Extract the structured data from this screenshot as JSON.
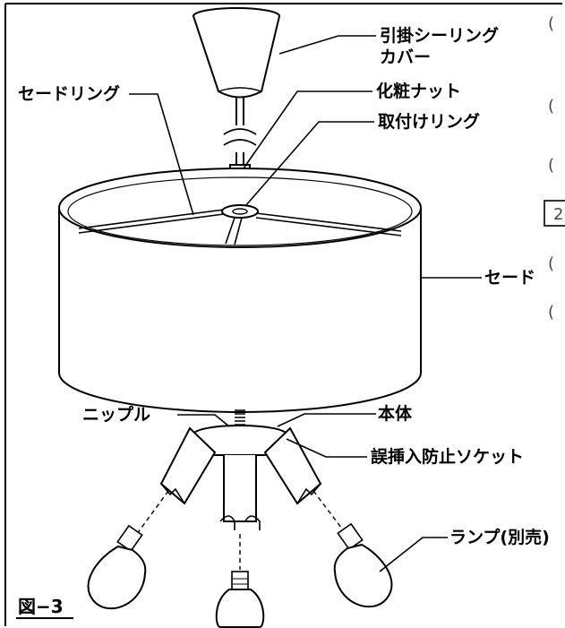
{
  "figure_label": "図−3",
  "labels": {
    "ceiling_cover_1": "引掛シーリング",
    "ceiling_cover_2": "カバー",
    "decorative_nut": "化粧ナット",
    "mounting_ring": "取付けリング",
    "shade_ring": "セードリング",
    "shade": "セード",
    "nipple": "ニップル",
    "body": "本体",
    "socket": "誤挿入防止ソケット",
    "lamp": "ランプ(別売)"
  },
  "margin_marks": [
    "(",
    "(",
    "(",
    "(",
    "("
  ],
  "right_box_text": "2"
}
